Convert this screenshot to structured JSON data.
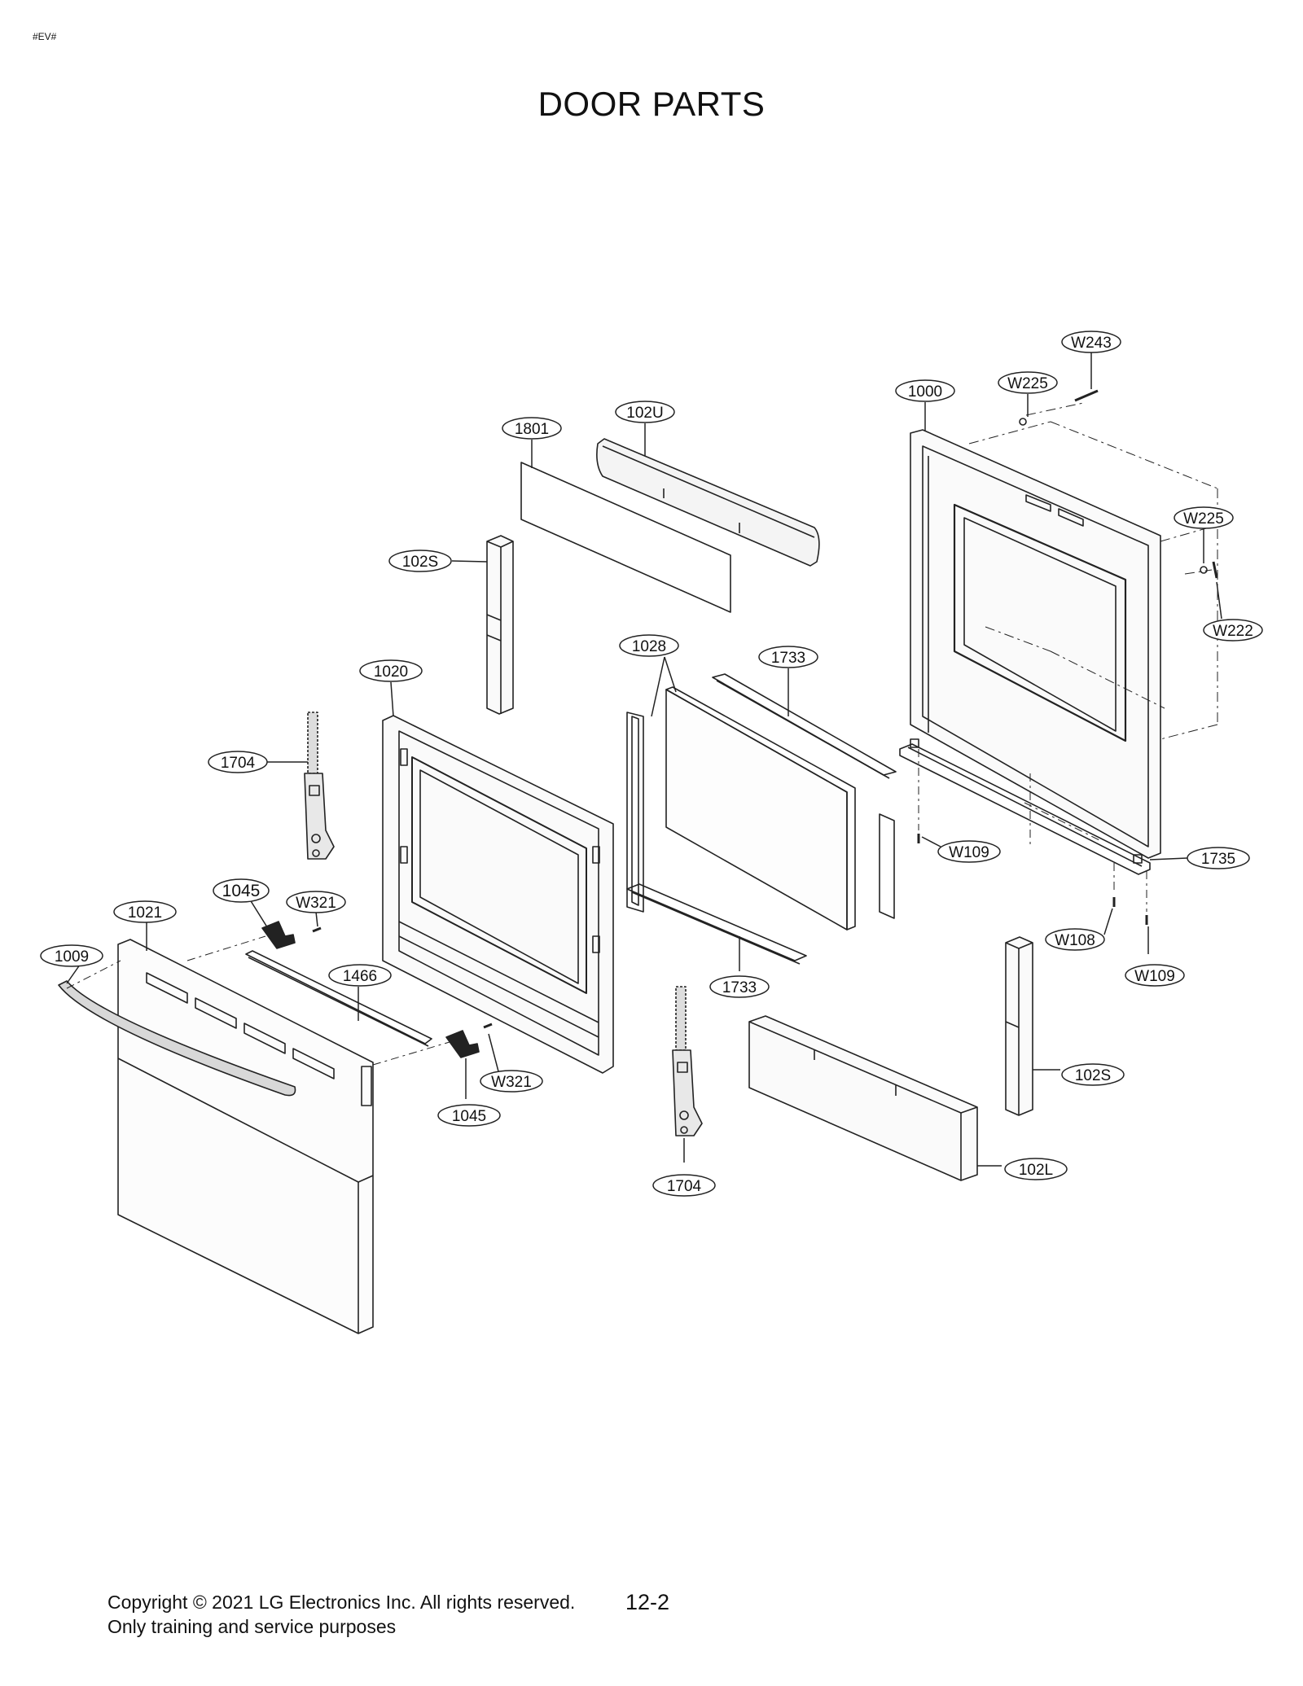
{
  "header": {
    "code": "#EV#",
    "title": "DOOR PARTS"
  },
  "footer": {
    "copyright_line1": "Copyright © 2021 LG Electronics Inc. All rights reserved.",
    "copyright_line2": "Only training and service purposes",
    "page_number": "12-2"
  },
  "callouts": {
    "w243": "W243",
    "w225_top": "W225",
    "c1000": "1000",
    "c102u": "102U",
    "c1801": "1801",
    "w225_right": "W225",
    "c102s_top": "102S",
    "w222": "W222",
    "c1028": "1028",
    "c1733_top": "1733",
    "c1020": "1020",
    "c1704_left": "1704",
    "w109_mid": "W109",
    "c1735": "1735",
    "c1045_top": "1045",
    "w321_top": "W321",
    "c1021": "1021",
    "w108": "W108",
    "c1009": "1009",
    "c1466": "1466",
    "c1733_bottom": "1733",
    "w109_right": "W109",
    "w321_bottom": "W321",
    "c102s_bottom": "102S",
    "c1045_bottom": "1045",
    "c102l": "102L",
    "c1704_bottom": "1704"
  }
}
